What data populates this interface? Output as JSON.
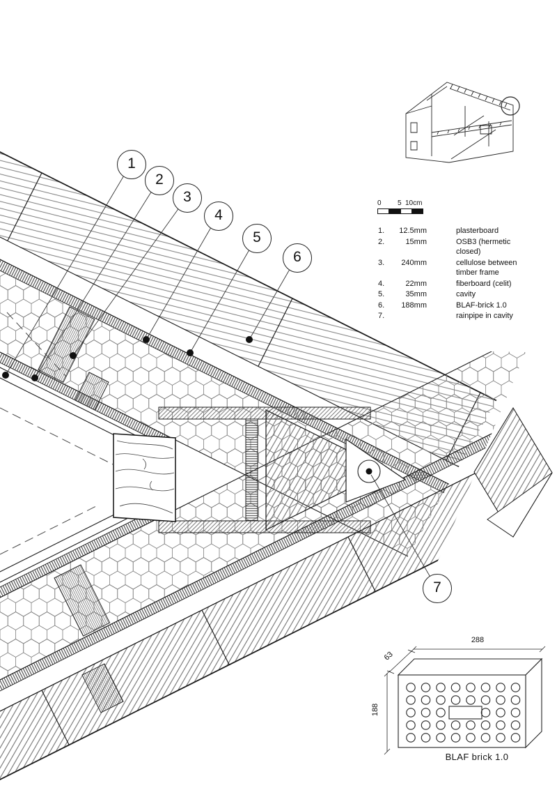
{
  "callouts": [
    {
      "n": "1"
    },
    {
      "n": "2"
    },
    {
      "n": "3"
    },
    {
      "n": "4"
    },
    {
      "n": "5"
    },
    {
      "n": "6"
    },
    {
      "n": "7"
    }
  ],
  "legend": {
    "rows": [
      {
        "num": "1.",
        "size": "12.5mm",
        "desc": "plasterboard"
      },
      {
        "num": "2.",
        "size": "15mm",
        "desc": "OSB3 (hermetic closed)"
      },
      {
        "num": "3.",
        "size": "240mm",
        "desc": "cellulose between timber frame"
      },
      {
        "num": "4.",
        "size": "22mm",
        "desc": "fiberboard (celit)"
      },
      {
        "num": "5.",
        "size": "35mm",
        "desc": "cavity"
      },
      {
        "num": "6.",
        "size": "188mm",
        "desc": "BLAF-brick 1.0"
      },
      {
        "num": "7.",
        "size": "",
        "desc": "rainpipe in cavity"
      }
    ]
  },
  "scalebar": {
    "labels": [
      "0",
      "5",
      "10cm"
    ]
  },
  "brick_detail": {
    "width_label": "288",
    "depth_label": "63",
    "height_label": "188",
    "caption": "BLAF brick 1.0"
  },
  "colors": {
    "line": "#1a1a1a",
    "hatch": "#666666",
    "hex": "#7d7d7d"
  }
}
